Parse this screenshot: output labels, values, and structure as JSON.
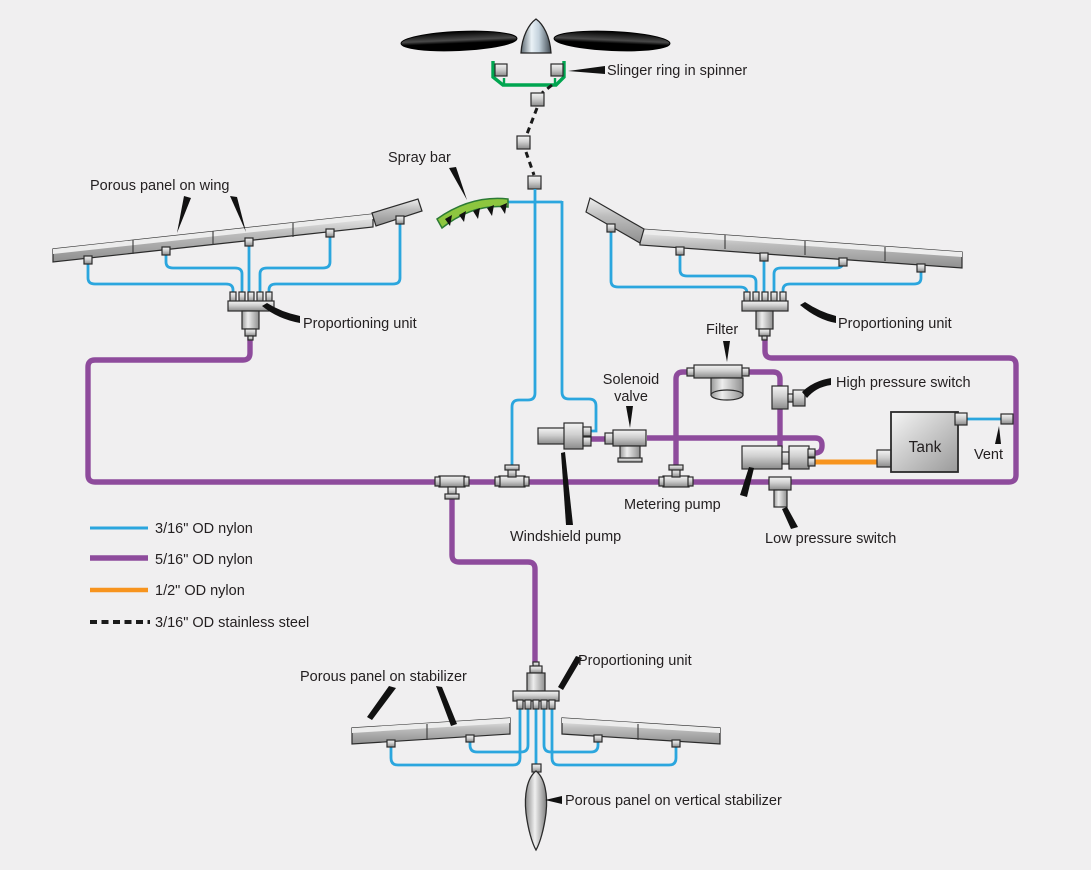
{
  "labels": {
    "slinger_ring": "Slinger ring in spinner",
    "spray_bar": "Spray bar",
    "porous_panel_wing": "Porous panel on wing",
    "proportioning_unit_left": "Proportioning unit",
    "proportioning_unit_right": "Proportioning unit",
    "proportioning_unit_tail": "Proportioning unit",
    "filter": "Filter",
    "solenoid_valve_line1": "Solenoid",
    "solenoid_valve_line2": "valve",
    "high_pressure_switch": "High pressure switch",
    "tank": "Tank",
    "vent": "Vent",
    "metering_pump": "Metering pump",
    "windshield_pump": "Windshield pump",
    "low_pressure_switch": "Low pressure switch",
    "porous_panel_stabilizer": "Porous panel on stabilizer",
    "porous_panel_vertical_stabilizer": "Porous panel on vertical stabilizer"
  },
  "legend": {
    "items": [
      {
        "label": "3/16\" OD nylon",
        "color": "#2BA6DE",
        "style": "solid"
      },
      {
        "label": "5/16\" OD nylon",
        "color": "#8E4B9C",
        "style": "solid"
      },
      {
        "label": "1/2\" OD nylon",
        "color": "#F7941E",
        "style": "solid"
      },
      {
        "label": "3/16\" OD stainless steel",
        "color": "#1A1A1A",
        "style": "dashed"
      }
    ]
  },
  "colors": {
    "background": "#F0EFF0",
    "nylon_316_blue": "#2BA6DE",
    "nylon_516_purple": "#8E4B9C",
    "nylon_12_orange": "#F7941E",
    "stainless_black": "#1A1A1A",
    "slinger_green": "#00A550",
    "spray_bar_green": "#8DC63F",
    "label_text": "#231F20"
  }
}
